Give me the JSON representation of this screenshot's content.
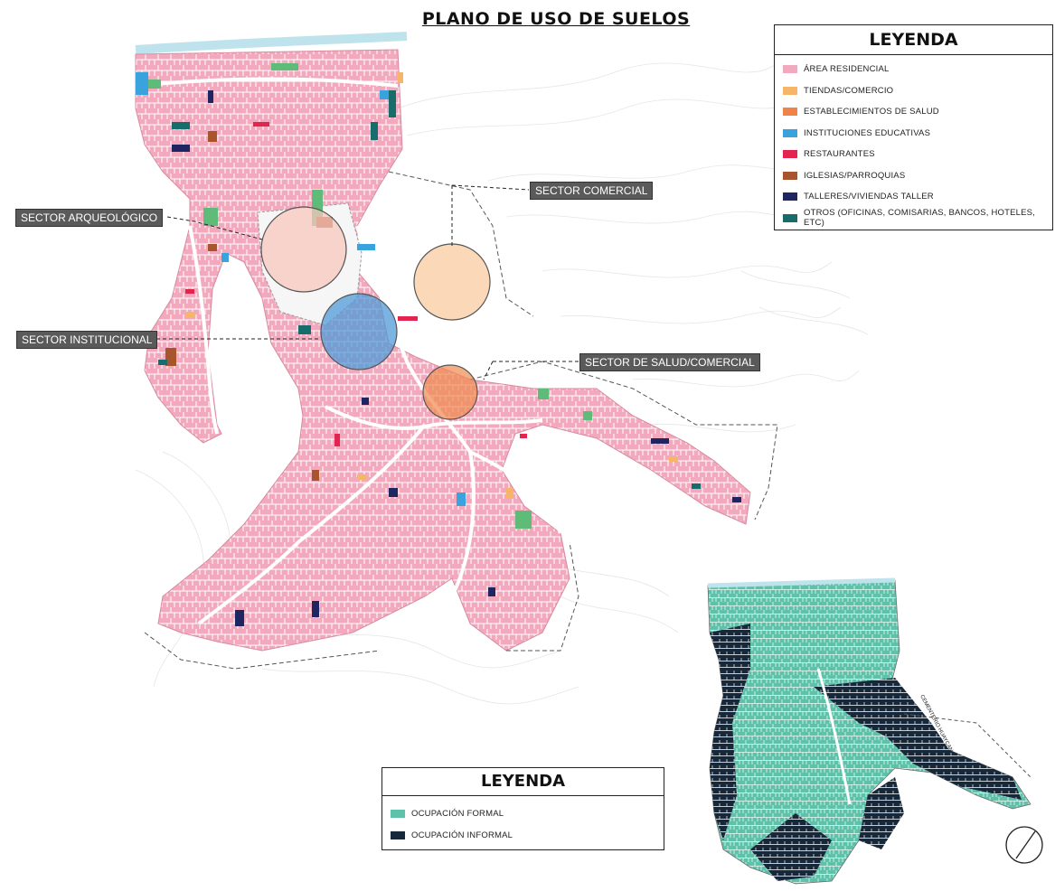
{
  "title": "PLANO DE USO DE SUELOS",
  "sectors": {
    "arqueologico": "SECTOR ARQUEOLÓGICO",
    "comercial": "SECTOR COMERCIAL",
    "institucional": "SECTOR INSTITUCIONAL",
    "salud": "SECTOR DE SALUD/COMERCIAL"
  },
  "legend_land_use": {
    "title": "LEYENDA",
    "items": [
      {
        "label": "ÁREA RESIDENCIAL",
        "color": "#f2a9bd"
      },
      {
        "label": "TIENDAS/COMERCIO",
        "color": "#f5b66a"
      },
      {
        "label": "ESTABLECIMIENTOS DE SALUD",
        "color": "#f08348"
      },
      {
        "label": "INSTITUCIONES EDUCATIVAS",
        "color": "#3aa2dd"
      },
      {
        "label": "RESTAURANTES",
        "color": "#e2244f"
      },
      {
        "label": "IGLESIAS/PARROQUIAS",
        "color": "#a8552d"
      },
      {
        "label": "TALLERES/VIVIENDAS TALLER",
        "color": "#1e2560"
      },
      {
        "label": "OTROS (OFICINAS, COMISARIAS, BANCOS, HOTELES, ETC)",
        "color": "#176d6c"
      }
    ]
  },
  "legend_occupation": {
    "title": "LEYENDA",
    "items": [
      {
        "label": "OCUPACIÓN FORMAL",
        "color": "#5ec2aa"
      },
      {
        "label": "OCUPACIÓN INFORMAL",
        "color": "#16283a"
      }
    ]
  },
  "inset_label": "CEMENTERIO HUAYCAN",
  "colors": {
    "park": "#5fbb78",
    "river": "#bfe3ec",
    "road": "#ffffff",
    "circle_arqueologico": "#f7c7bd",
    "circle_comercial": "#f9c898",
    "circle_institucional": "#4f9bd8",
    "circle_salud": "#f08a4f"
  },
  "icons": {
    "north_arrow": "north-arrow-icon"
  }
}
